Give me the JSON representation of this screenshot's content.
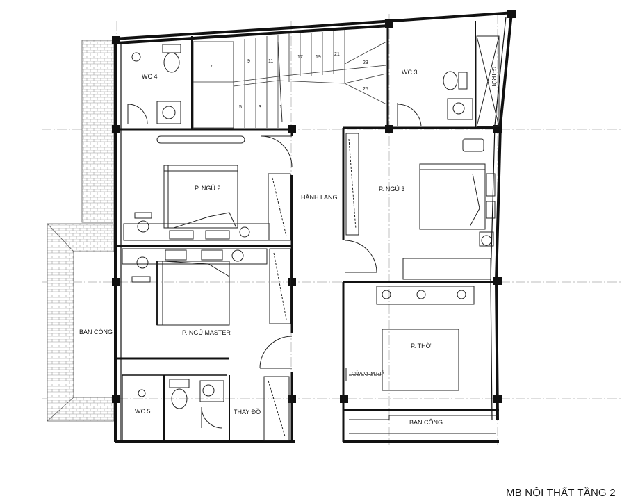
{
  "title": "MB NỘI THẤT TẦNG 2",
  "rooms": {
    "wc4": "WC 4",
    "wc3": "WC 3",
    "giengtroi": "G-TRỜI",
    "pngu2": "P. NGỦ 2",
    "pngu3": "P. NGỦ 3",
    "hanhlang": "HÀNH LANG",
    "pngumaster": "P. NGỦ MASTER",
    "banconglTrai": "BAN CÔNG",
    "ptho": "P. THỜ",
    "cuavomgia": "CỬA VOM GIẢ",
    "wc5": "WC 5",
    "thaydo": "THAY ĐỒ",
    "bancongDuoi": "BAN CÔNG"
  },
  "stairs": {
    "steps": [
      "1",
      "3",
      "5",
      "7",
      "9",
      "11",
      "17",
      "19",
      "21",
      "23",
      "25"
    ]
  },
  "colors": {
    "wall": "#111111",
    "hatch": "#8a8a8a",
    "axis": "#9a9a9a"
  }
}
